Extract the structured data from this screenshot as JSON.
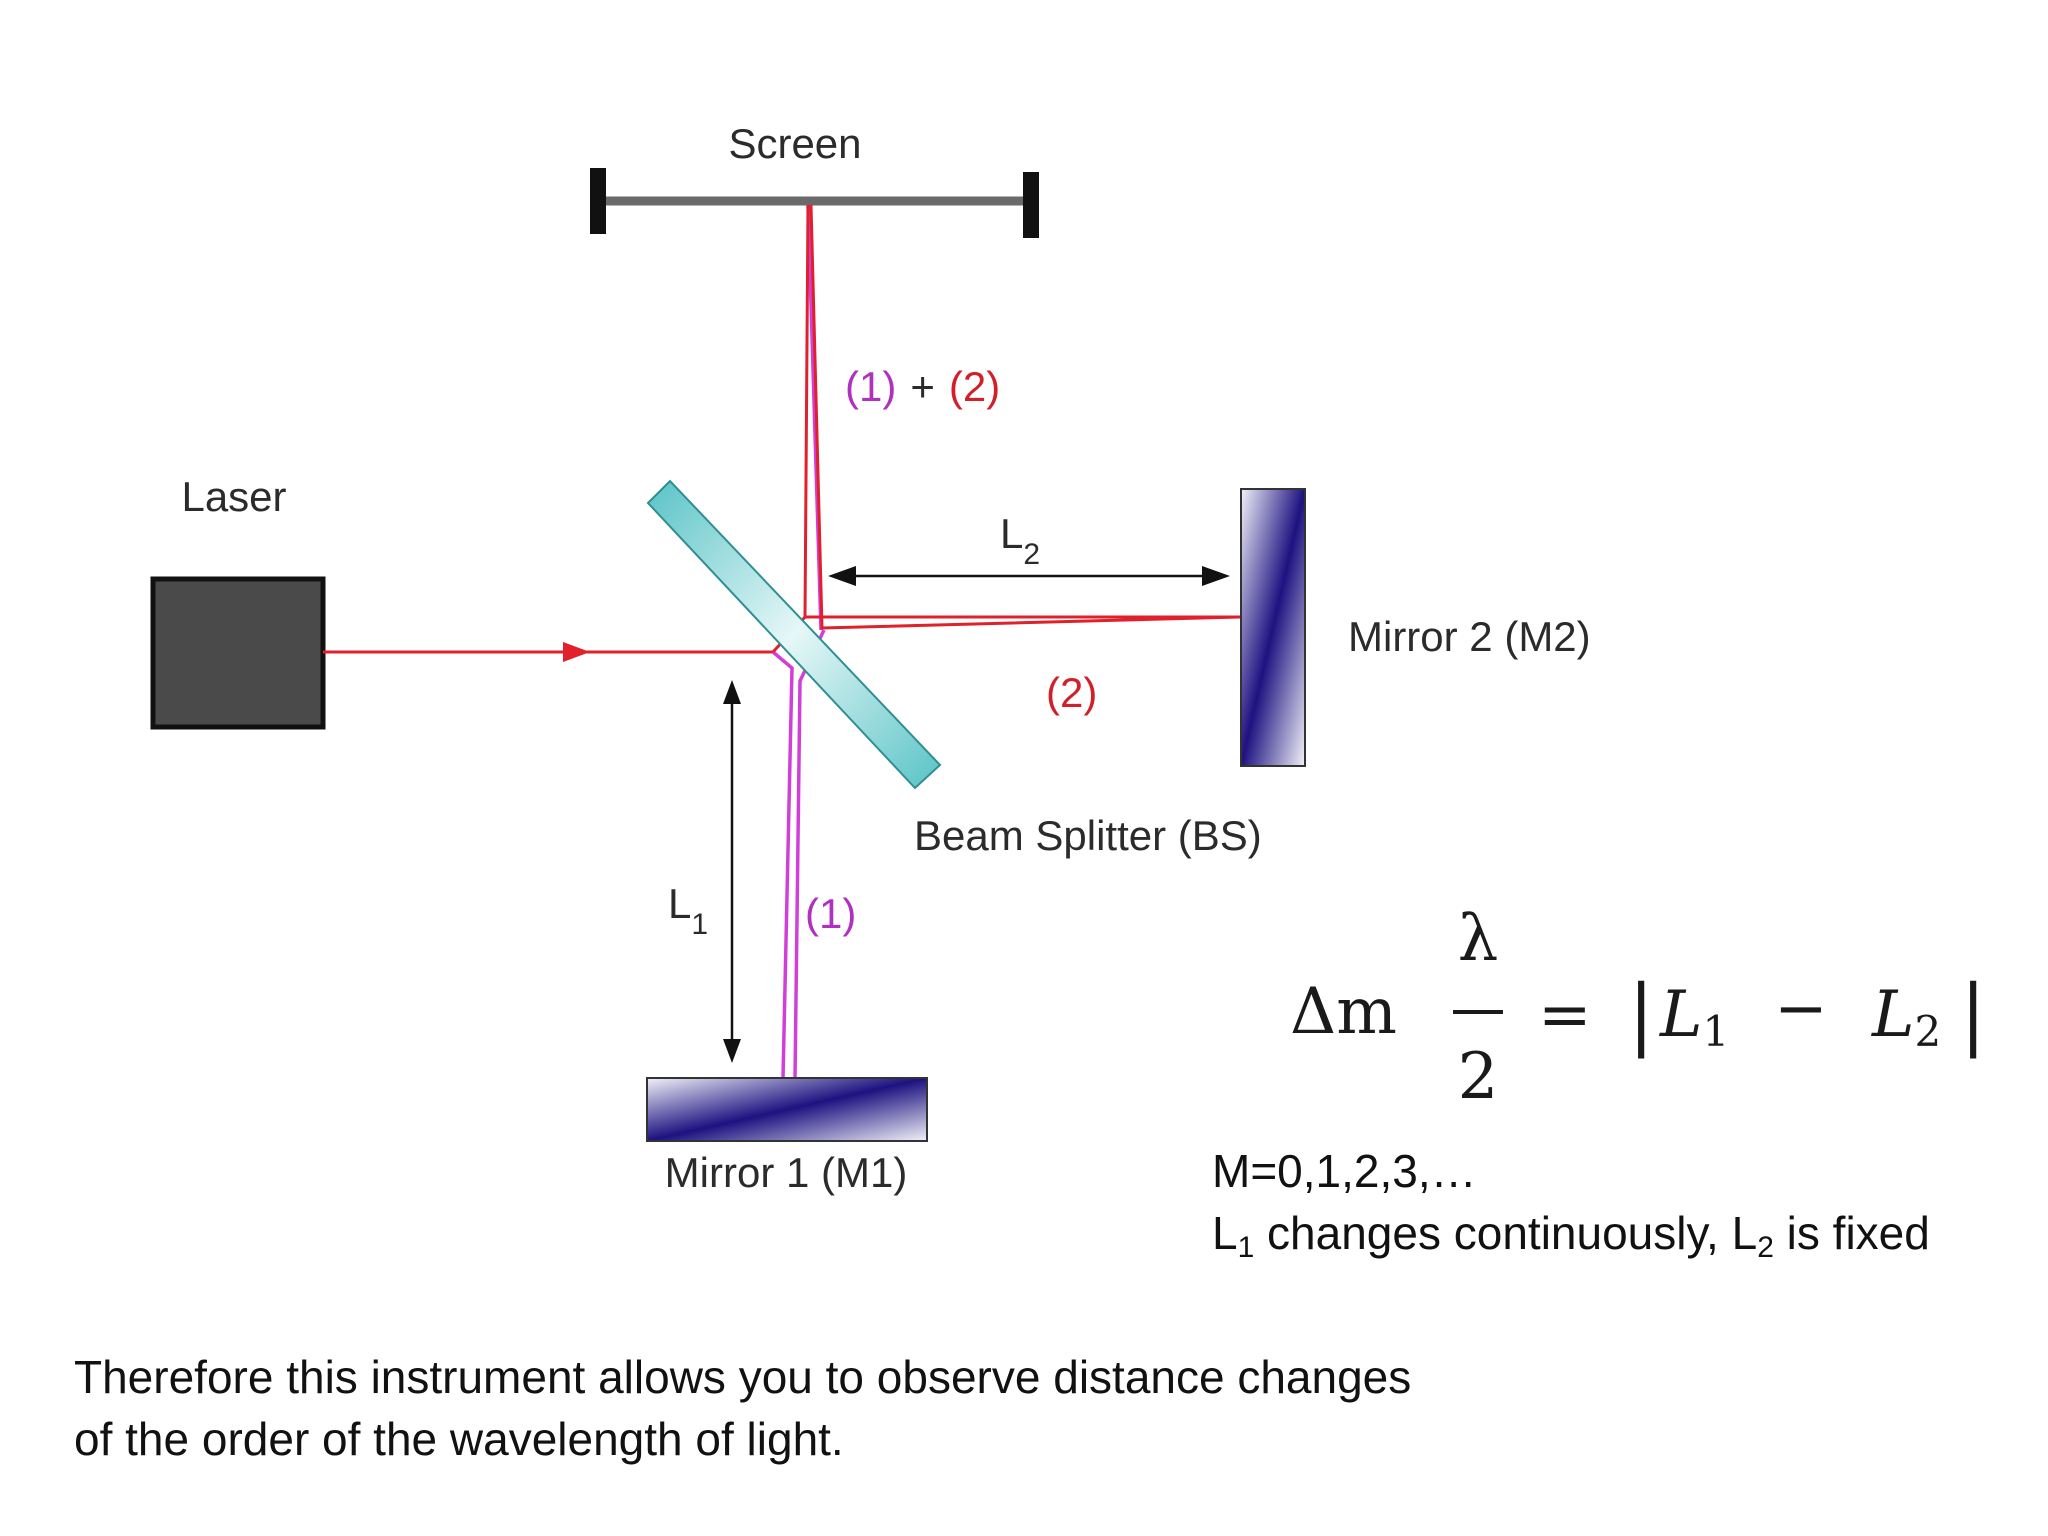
{
  "labels": {
    "screen": "Screen",
    "laser": "Laser",
    "beam_splitter": "Beam Splitter (BS)",
    "mirror1": "Mirror 1 (M1)",
    "mirror2": "Mirror 2 (M2)",
    "beam1": "(1)",
    "beam2": "(2)",
    "combined_plus": "+",
    "L1_letter": "L",
    "L1_sub": "1",
    "L2_letter": "L",
    "L2_sub": "2"
  },
  "equation": {
    "delta_m": "Δm",
    "lambda": "λ",
    "denominator": "2",
    "equals": "=",
    "bar": "|",
    "L": "L",
    "sub1": "1",
    "minus": "−",
    "sub2": "2"
  },
  "notes": {
    "m_values": "M=0,1,2,3,…",
    "line2_a": "L",
    "line2_sub1": "1",
    "line2_b": " changes continuously, L",
    "line2_sub2": "2",
    "line2_c": " is fixed",
    "conclusion_line1": "Therefore this instrument allows you to observe distance changes",
    "conclusion_line2": "of the order of the wavelength of light."
  },
  "colors": {
    "beam1": "#d13fd8",
    "beam2": "#e0202a",
    "laser_box": "#4a4a4a",
    "beam_splitter": "#5cc7c9",
    "mirror": "#1d1280",
    "screen": "#6a6a6a"
  }
}
